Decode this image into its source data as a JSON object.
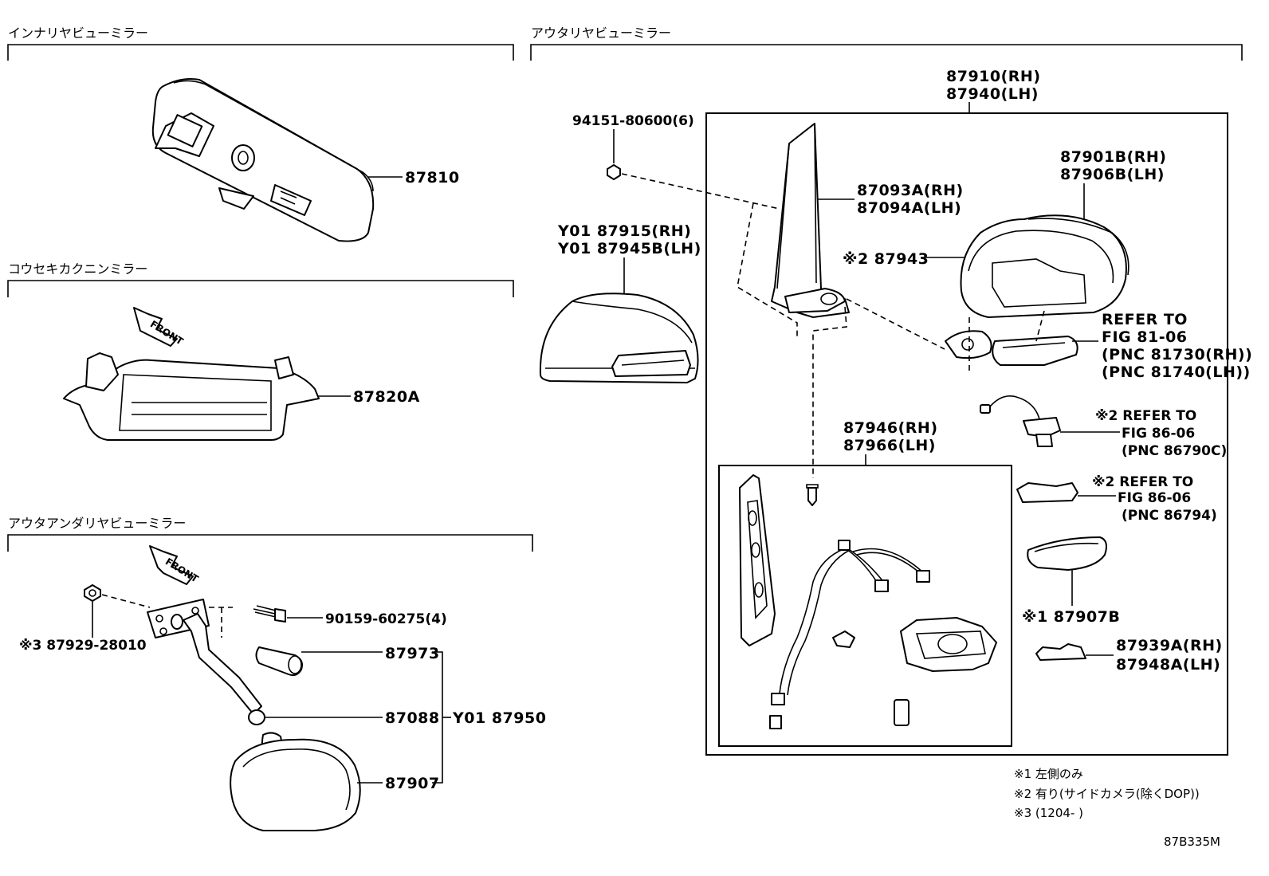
{
  "sections": {
    "inner": "インナリヤビューミラー",
    "outer": "アウタリヤビューミラー",
    "kousekikaku": "コウセキカクニンミラー",
    "outer_under": "アウタアンダリヤビューミラー"
  },
  "parts": {
    "p87810": "87810",
    "p87820a": "87820A",
    "front1": "FRONT",
    "front2": "FRONT",
    "p87929": "※3 87929-28010",
    "p90159": "90159-60275(4)",
    "p87973": "87973",
    "p87088": "87088",
    "p87950": "Y01 87950",
    "p87907": "87907",
    "p87910": "87910(RH)",
    "p87940": "87940(LH)",
    "p94151": "94151-80600(6)",
    "p87915": "Y01 87915(RH)",
    "p87945b": "Y01 87945B(LH)",
    "p87093a": "87093A(RH)",
    "p87094a": "87094A(LH)",
    "p87943": "※2 87943",
    "p87901b": "87901B(RH)",
    "p87906b": "87906B(LH)",
    "ref1_line1": "REFER TO",
    "ref1_line2": "FIG 81-06",
    "ref1_line3": "(PNC 81730(RH))",
    "ref1_line4": "(PNC 81740(LH))",
    "ref2_line1": "※2 REFER TO",
    "ref2_line2": "FIG 86-06",
    "ref2_line3": "(PNC 86790C)",
    "ref3_line1": "※2 REFER TO",
    "ref3_line2": "FIG 86-06",
    "ref3_line3": "(PNC 86794)",
    "p87946": "87946(RH)",
    "p87966": "87966(LH)",
    "p87907b": "※1 87907B",
    "p87939a": "87939A(RH)",
    "p87948a": "87948A(LH)"
  },
  "notes": {
    "n1": "※1 左側のみ",
    "n2": "※2 有り(サイドカメラ(除くDOP))",
    "n3": "※3 (1204-      )"
  },
  "figure_code": "87B335M"
}
